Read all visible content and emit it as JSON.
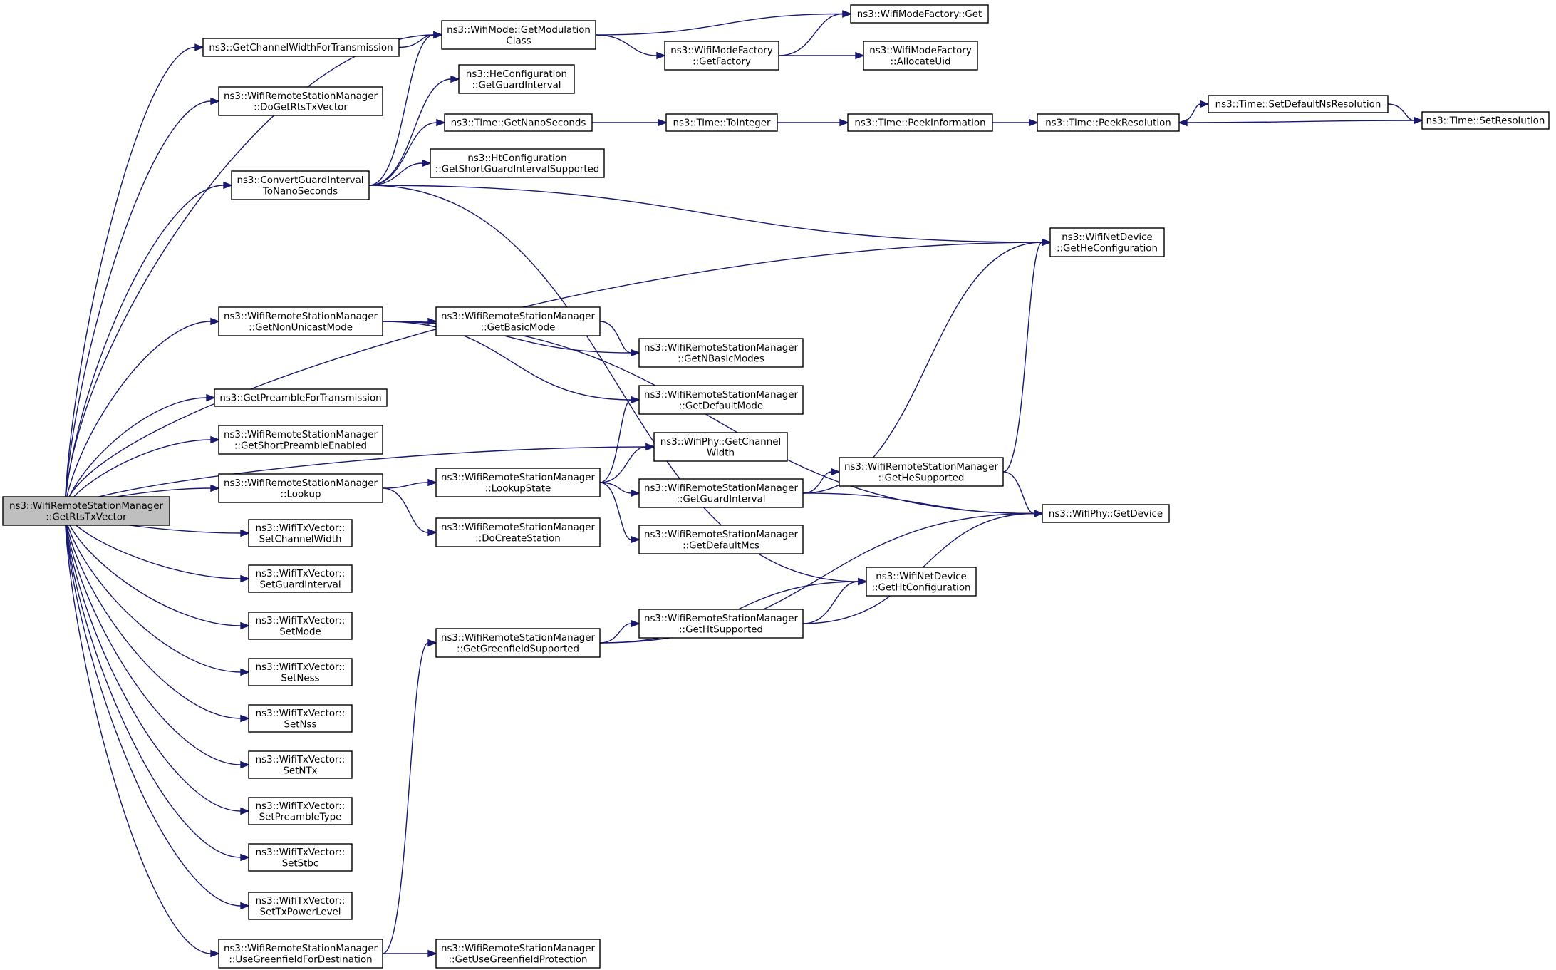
{
  "diagram": {
    "nodes": [
      {
        "id": "root",
        "lines": [
          "ns3::WifiRemoteStationManager",
          "::GetRtsTxVector"
        ],
        "highlighted": true
      },
      {
        "id": "getChannelWidthForTransmission",
        "lines": [
          "ns3::GetChannelWidthForTransmission"
        ]
      },
      {
        "id": "doGetRtsTxVector",
        "lines": [
          "ns3::WifiRemoteStationManager",
          "::DoGetRtsTxVector"
        ]
      },
      {
        "id": "convertGuardInterval",
        "lines": [
          "ns3::ConvertGuardInterval",
          "ToNanoSeconds"
        ]
      },
      {
        "id": "getNonUnicastMode",
        "lines": [
          "ns3::WifiRemoteStationManager",
          "::GetNonUnicastMode"
        ]
      },
      {
        "id": "getPreambleForTransmission",
        "lines": [
          "ns3::GetPreambleForTransmission"
        ]
      },
      {
        "id": "getShortPreambleEnabled",
        "lines": [
          "ns3::WifiRemoteStationManager",
          "::GetShortPreambleEnabled"
        ]
      },
      {
        "id": "lookup",
        "lines": [
          "ns3::WifiRemoteStationManager",
          "::Lookup"
        ]
      },
      {
        "id": "setChannelWidth",
        "lines": [
          "ns3::WifiTxVector::",
          "SetChannelWidth"
        ]
      },
      {
        "id": "setGuardInterval",
        "lines": [
          "ns3::WifiTxVector::",
          "SetGuardInterval"
        ]
      },
      {
        "id": "setMode",
        "lines": [
          "ns3::WifiTxVector::",
          "SetMode"
        ]
      },
      {
        "id": "setNess",
        "lines": [
          "ns3::WifiTxVector::",
          "SetNess"
        ]
      },
      {
        "id": "setNss",
        "lines": [
          "ns3::WifiTxVector::",
          "SetNss"
        ]
      },
      {
        "id": "setNTx",
        "lines": [
          "ns3::WifiTxVector::",
          "SetNTx"
        ]
      },
      {
        "id": "setPreambleType",
        "lines": [
          "ns3::WifiTxVector::",
          "SetPreambleType"
        ]
      },
      {
        "id": "setStbc",
        "lines": [
          "ns3::WifiTxVector::",
          "SetStbc"
        ]
      },
      {
        "id": "setTxPowerLevel",
        "lines": [
          "ns3::WifiTxVector::",
          "SetTxPowerLevel"
        ]
      },
      {
        "id": "useGreenfieldForDestination",
        "lines": [
          "ns3::WifiRemoteStationManager",
          "::UseGreenfieldForDestination"
        ]
      },
      {
        "id": "getModulationClass",
        "lines": [
          "ns3::WifiMode::GetModulation",
          "Class"
        ]
      },
      {
        "id": "heGetGuardInterval",
        "lines": [
          "ns3::HeConfiguration",
          "::GetGuardInterval"
        ]
      },
      {
        "id": "getNanoSeconds",
        "lines": [
          "ns3::Time::GetNanoSeconds"
        ]
      },
      {
        "id": "getShortGuardIntervalSupported",
        "lines": [
          "ns3::HtConfiguration",
          "::GetShortGuardIntervalSupported"
        ]
      },
      {
        "id": "getBasicMode",
        "lines": [
          "ns3::WifiRemoteStationManager",
          "::GetBasicMode"
        ]
      },
      {
        "id": "lookupState",
        "lines": [
          "ns3::WifiRemoteStationManager",
          "::LookupState"
        ]
      },
      {
        "id": "doCreateStation",
        "lines": [
          "ns3::WifiRemoteStationManager",
          "::DoCreateStation"
        ]
      },
      {
        "id": "getGreenfieldSupported",
        "lines": [
          "ns3::WifiRemoteStationManager",
          "::GetGreenfieldSupported"
        ]
      },
      {
        "id": "getUseGreenfieldProtection",
        "lines": [
          "ns3::WifiRemoteStationManager",
          "::GetUseGreenfieldProtection"
        ]
      },
      {
        "id": "getFactory",
        "lines": [
          "ns3::WifiModeFactory",
          "::GetFactory"
        ]
      },
      {
        "id": "toInteger",
        "lines": [
          "ns3::Time::ToInteger"
        ]
      },
      {
        "id": "getNBasicModes",
        "lines": [
          "ns3::WifiRemoteStationManager",
          "::GetNBasicModes"
        ]
      },
      {
        "id": "getDefaultMode",
        "lines": [
          "ns3::WifiRemoteStationManager",
          "::GetDefaultMode"
        ]
      },
      {
        "id": "phyGetChannelWidth",
        "lines": [
          "ns3::WifiPhy::GetChannel",
          "Width"
        ]
      },
      {
        "id": "rsmGetGuardInterval",
        "lines": [
          "ns3::WifiRemoteStationManager",
          "::GetGuardInterval"
        ]
      },
      {
        "id": "getDefaultMcs",
        "lines": [
          "ns3::WifiRemoteStationManager",
          "::GetDefaultMcs"
        ]
      },
      {
        "id": "getHtSupported",
        "lines": [
          "ns3::WifiRemoteStationManager",
          "::GetHtSupported"
        ]
      },
      {
        "id": "factoryGet",
        "lines": [
          "ns3::WifiModeFactory::Get"
        ]
      },
      {
        "id": "allocateUid",
        "lines": [
          "ns3::WifiModeFactory",
          "::AllocateUid"
        ]
      },
      {
        "id": "peekInformation",
        "lines": [
          "ns3::Time::PeekInformation"
        ]
      },
      {
        "id": "getHeSupported",
        "lines": [
          "ns3::WifiRemoteStationManager",
          "::GetHeSupported"
        ]
      },
      {
        "id": "getHtConfiguration",
        "lines": [
          "ns3::WifiNetDevice",
          "::GetHtConfiguration"
        ]
      },
      {
        "id": "peekResolution",
        "lines": [
          "ns3::Time::PeekResolution"
        ]
      },
      {
        "id": "getHeConfiguration",
        "lines": [
          "ns3::WifiNetDevice",
          "::GetHeConfiguration"
        ]
      },
      {
        "id": "getDevice",
        "lines": [
          "ns3::WifiPhy::GetDevice"
        ]
      },
      {
        "id": "setDefaultNsResolution",
        "lines": [
          "ns3::Time::SetDefaultNsResolution"
        ]
      },
      {
        "id": "setResolution",
        "lines": [
          "ns3::Time::SetResolution"
        ]
      }
    ],
    "edges": [
      {
        "from": "root",
        "to": "getChannelWidthForTransmission"
      },
      {
        "from": "root",
        "to": "doGetRtsTxVector"
      },
      {
        "from": "root",
        "to": "getModulationClass"
      },
      {
        "from": "root",
        "to": "convertGuardInterval"
      },
      {
        "from": "root",
        "to": "getHeConfiguration"
      },
      {
        "from": "root",
        "to": "getNonUnicastMode"
      },
      {
        "from": "root",
        "to": "phyGetChannelWidth"
      },
      {
        "from": "root",
        "to": "getPreambleForTransmission"
      },
      {
        "from": "root",
        "to": "getShortPreambleEnabled"
      },
      {
        "from": "root",
        "to": "lookup"
      },
      {
        "from": "root",
        "to": "setChannelWidth"
      },
      {
        "from": "root",
        "to": "setGuardInterval"
      },
      {
        "from": "root",
        "to": "setMode"
      },
      {
        "from": "root",
        "to": "setNess"
      },
      {
        "from": "root",
        "to": "setNss"
      },
      {
        "from": "root",
        "to": "setNTx"
      },
      {
        "from": "root",
        "to": "setPreambleType"
      },
      {
        "from": "root",
        "to": "setStbc"
      },
      {
        "from": "root",
        "to": "setTxPowerLevel"
      },
      {
        "from": "root",
        "to": "useGreenfieldForDestination"
      },
      {
        "from": "getChannelWidthForTransmission",
        "to": "getModulationClass"
      },
      {
        "from": "convertGuardInterval",
        "to": "getModulationClass"
      },
      {
        "from": "convertGuardInterval",
        "to": "heGetGuardInterval"
      },
      {
        "from": "convertGuardInterval",
        "to": "getNanoSeconds"
      },
      {
        "from": "convertGuardInterval",
        "to": "getShortGuardIntervalSupported"
      },
      {
        "from": "convertGuardInterval",
        "to": "getHeConfiguration"
      },
      {
        "from": "convertGuardInterval",
        "to": "getHtConfiguration"
      },
      {
        "from": "getModulationClass",
        "to": "factoryGet"
      },
      {
        "from": "getModulationClass",
        "to": "getFactory"
      },
      {
        "from": "getFactory",
        "to": "factoryGet"
      },
      {
        "from": "getFactory",
        "to": "allocateUid"
      },
      {
        "from": "getNanoSeconds",
        "to": "toInteger"
      },
      {
        "from": "toInteger",
        "to": "peekInformation"
      },
      {
        "from": "peekInformation",
        "to": "peekResolution"
      },
      {
        "from": "peekResolution",
        "to": "setDefaultNsResolution"
      },
      {
        "from": "setDefaultNsResolution",
        "to": "setResolution"
      },
      {
        "from": "setResolution",
        "to": "peekResolution"
      },
      {
        "from": "getNonUnicastMode",
        "to": "getBasicMode"
      },
      {
        "from": "getNonUnicastMode",
        "to": "getNBasicModes"
      },
      {
        "from": "getNonUnicastMode",
        "to": "getDefaultMode"
      },
      {
        "from": "getNonUnicastMode",
        "to": "getDevice"
      },
      {
        "from": "getBasicMode",
        "to": "getNBasicModes"
      },
      {
        "from": "lookup",
        "to": "lookupState"
      },
      {
        "from": "lookup",
        "to": "doCreateStation"
      },
      {
        "from": "lookupState",
        "to": "getDefaultMode"
      },
      {
        "from": "lookupState",
        "to": "phyGetChannelWidth"
      },
      {
        "from": "lookupState",
        "to": "rsmGetGuardInterval"
      },
      {
        "from": "lookupState",
        "to": "getDefaultMcs"
      },
      {
        "from": "rsmGetGuardInterval",
        "to": "getHeConfiguration"
      },
      {
        "from": "rsmGetGuardInterval",
        "to": "getHeSupported"
      },
      {
        "from": "rsmGetGuardInterval",
        "to": "getDevice"
      },
      {
        "from": "getHeSupported",
        "to": "getHeConfiguration"
      },
      {
        "from": "getHeSupported",
        "to": "getDevice"
      },
      {
        "from": "useGreenfieldForDestination",
        "to": "getGreenfieldSupported"
      },
      {
        "from": "useGreenfieldForDestination",
        "to": "getUseGreenfieldProtection"
      },
      {
        "from": "getGreenfieldSupported",
        "to": "getHtSupported"
      },
      {
        "from": "getGreenfieldSupported",
        "to": "getHtConfiguration"
      },
      {
        "from": "getGreenfieldSupported",
        "to": "getDevice"
      },
      {
        "from": "getHtSupported",
        "to": "getHtConfiguration"
      },
      {
        "from": "getHtSupported",
        "to": "getDevice"
      }
    ]
  }
}
